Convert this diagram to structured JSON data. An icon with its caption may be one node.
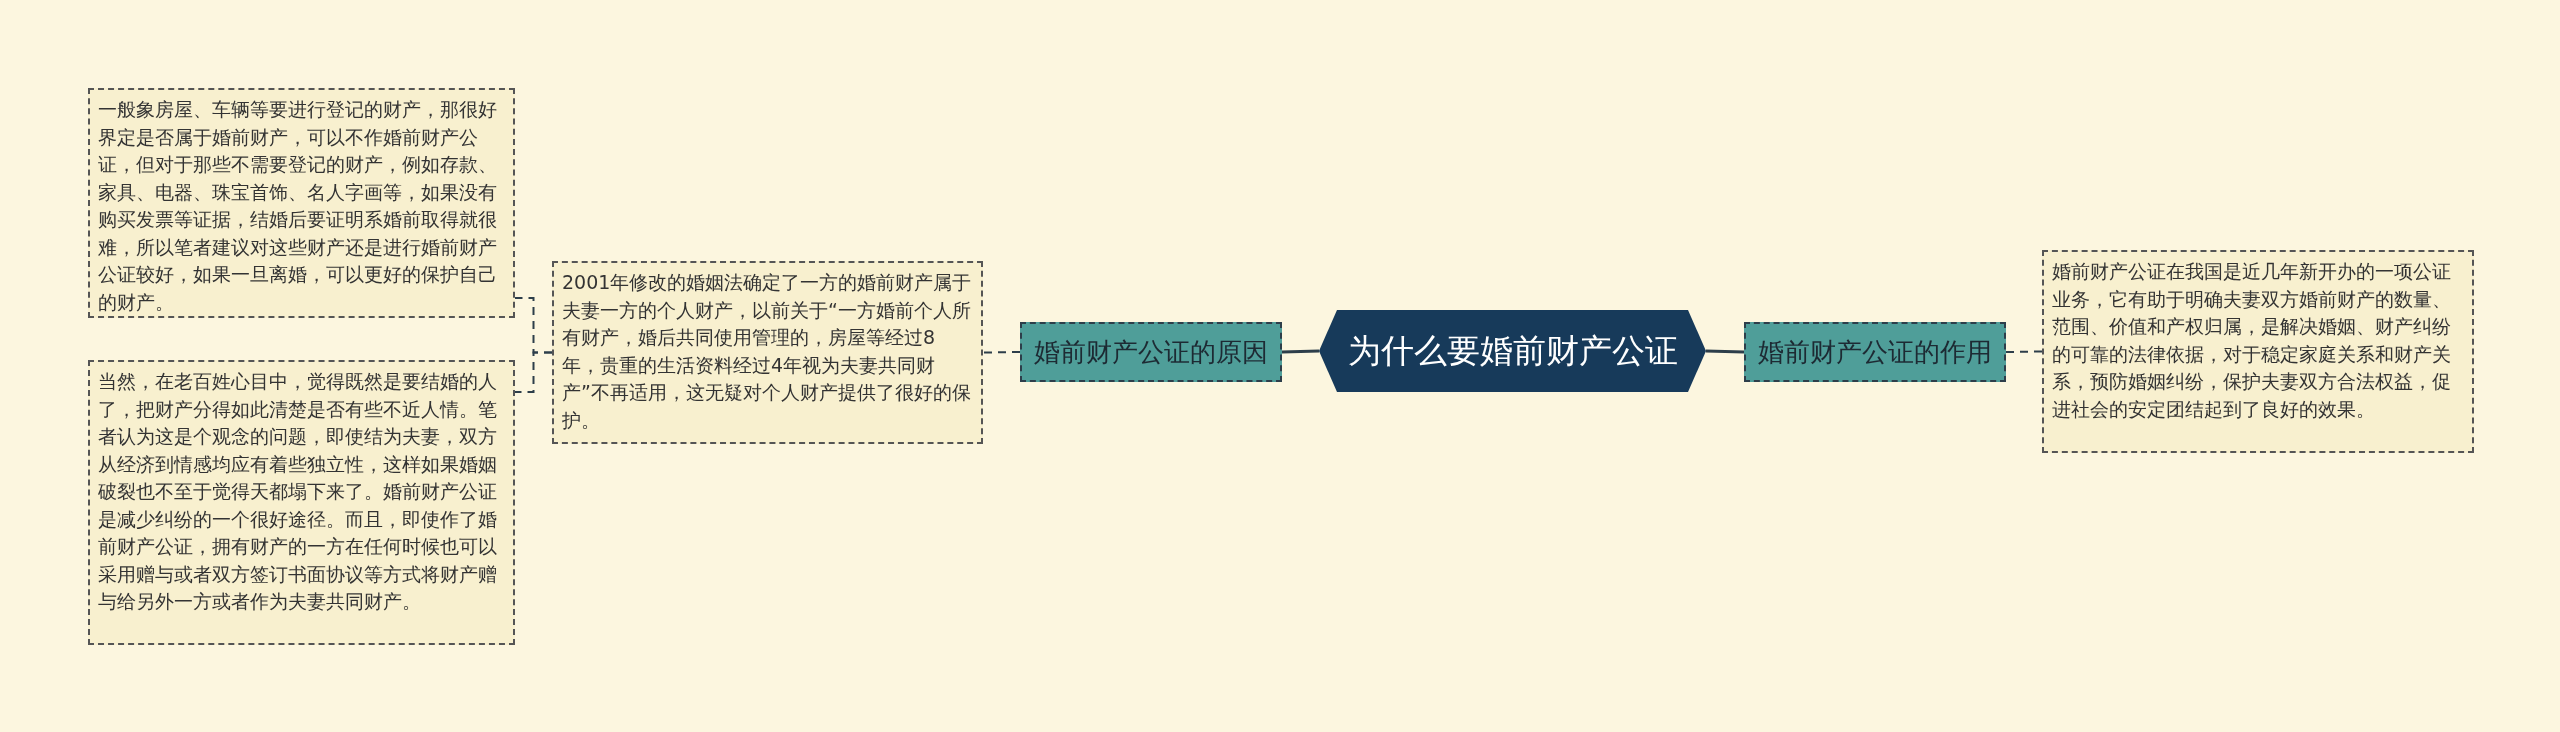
{
  "diagram": {
    "nodes": [
      {
        "text": [
          "为什么要婚前财产公证"
        ]
      },
      {
        "text": [
          "婚前财产公证的原因"
        ]
      },
      {
        "text": [
          "2001年修改的婚姻法确定了一方的婚前财产属于夫妻一方的个人财产，以前关于“一方婚前个人所有财产，婚后共同使用管理的，房屋等经过8年，贵重的生活资料经过4年视为夫妻共同财产”不再适用，这无疑对个人财产提供了很好的保护。"
        ]
      },
      {
        "text": [
          "一般象房屋、车辆等要进行登记的财产，那很好界定是否属于婚前财产，可以不作婚前财产公证，但对于那些不需要登记的财产，例如存款、家具、电器、珠宝首饰、名人字画等，如果没有购买发票等证据，结婚后要证明系婚前取得就很难，所以笔者建议对这些财产还是进行婚前财产公证较好，如果一旦离婚，可以更好的保护自己的财产。"
        ]
      },
      {
        "text": [
          "当然，在老百姓心目中，觉得既然是要结婚的人了，把财产分得如此清楚是否有些不近人情。笔者认为这是个观念的问题，即使结为夫妻，双方从经济到情感均应有着些独立性，这样如果婚姻破裂也不至于觉得天都塌下来了。婚前财产公证是减少纠纷的一个很好途径。而且，即使作了婚前财产公证，拥有财产的一方在任何时候也可以采用赠与或者双方签订书面协议等方式将财产赠与给另外一方或者作为夫妻共同财产。"
        ]
      },
      {
        "text": [
          "婚前财产公证的作用"
        ]
      },
      {
        "text": [
          "婚前财产公证在我国是近几年新开办的一项公证业务，它有助于明确夫妻双方婚前财产的数量、范围、价值和产权归属，是解决婚姻、财产纠纷的可靠的法律依据，对于稳定家庭关系和财产关系，预防婚姻纠纷，保护夫妻双方合法权益，促进社会的安定团结起到了良好的效果。"
        ]
      }
    ],
    "edges": [
      {
        "from": 0,
        "to": 1,
        "arrow": "none"
      },
      {
        "from": 1,
        "to": 2,
        "arrow": "none",
        "style": "dashed"
      },
      {
        "from": 2,
        "to": 3,
        "arrow": "none",
        "style": "dashed"
      },
      {
        "from": 2,
        "to": 4,
        "arrow": "none",
        "style": "dashed"
      },
      {
        "from": 0,
        "to": 5,
        "arrow": "none"
      },
      {
        "from": 5,
        "to": 6,
        "arrow": "none",
        "style": "dashed"
      }
    ]
  }
}
